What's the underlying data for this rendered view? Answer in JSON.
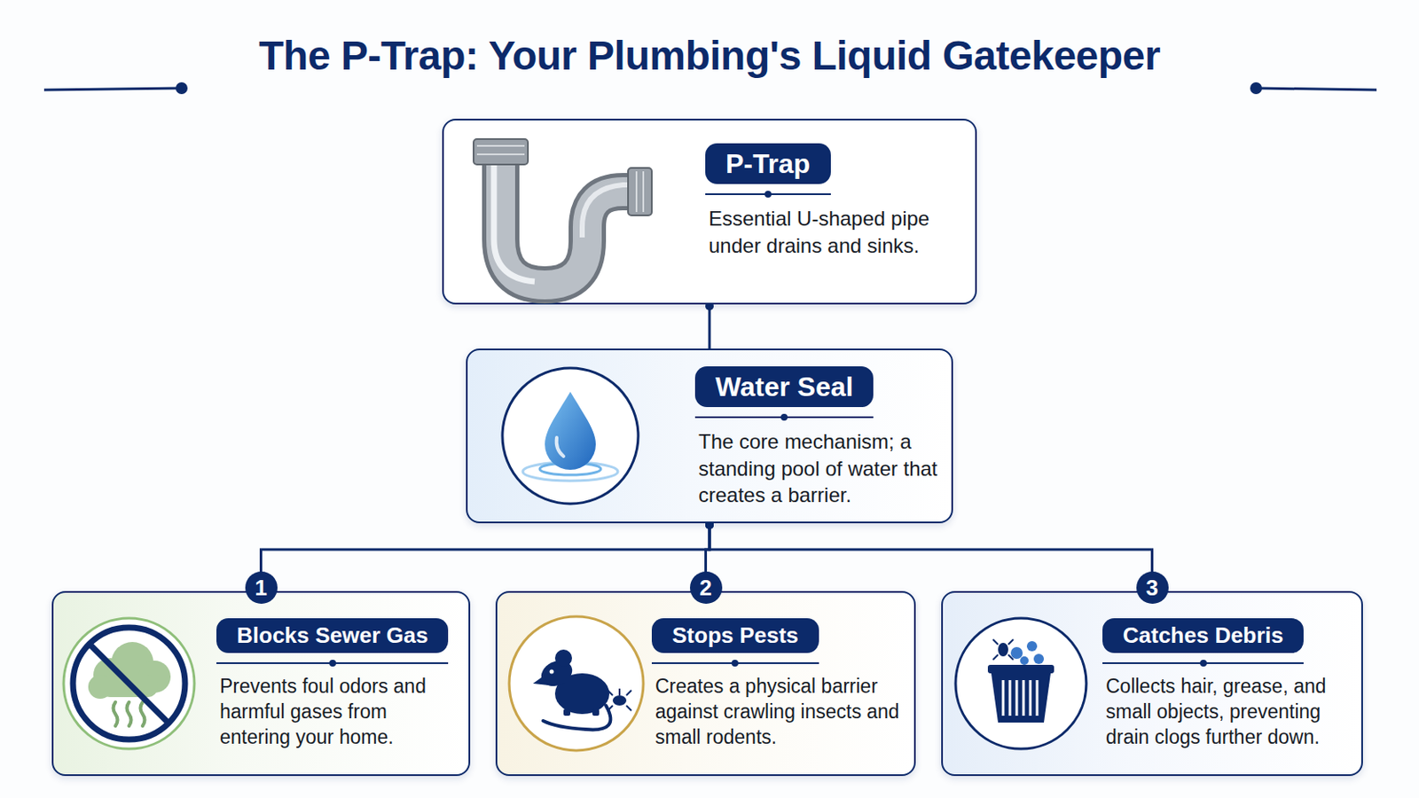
{
  "diagram": {
    "title": "The P-Trap: Your Plumbing's Liquid Gatekeeper",
    "nodes": [
      {
        "text": [
          "P-Trap",
          "Essential U-shaped pipe under drains and sinks."
        ]
      },
      {
        "text": [
          "Water Seal",
          "The core mechanism; a standing pool of water that creates a barrier."
        ]
      },
      {
        "text": [
          "Blocks Sewer Gas",
          "Prevents foul odors and harmful gases from entering your home."
        ]
      },
      {
        "text": [
          "Stops Pests",
          "Creates a physical barrier against crawling insects and small rodents."
        ]
      },
      {
        "text": [
          "Catches Debris",
          "Collects hair, grease, and small objects, preventing drain clogs further down."
        ]
      }
    ],
    "edges": [
      {
        "from": 0,
        "to": 1,
        "arrow": "none"
      },
      {
        "from": 1,
        "to": 2,
        "arrow": "none"
      },
      {
        "from": 1,
        "to": 3,
        "arrow": "none"
      },
      {
        "from": 1,
        "to": 4,
        "arrow": "none"
      }
    ],
    "labels": [
      "1",
      "2",
      "3"
    ]
  }
}
